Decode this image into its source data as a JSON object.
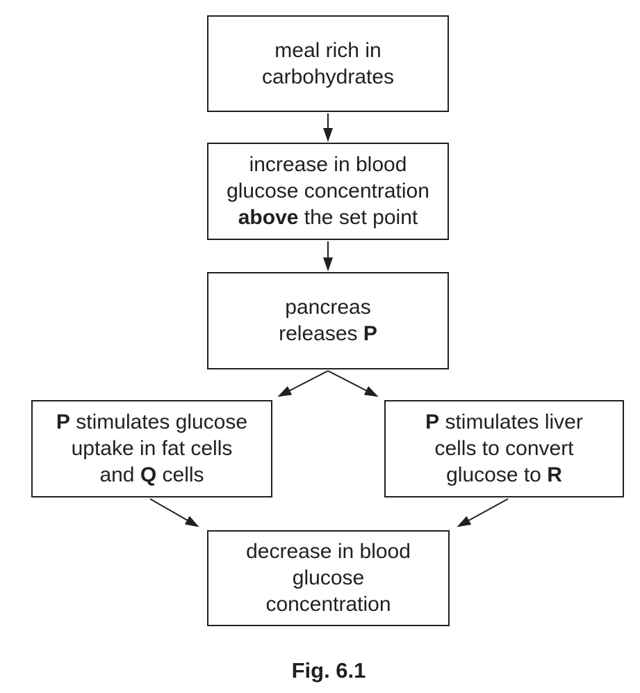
{
  "figure": {
    "caption": "Fig. 6.1",
    "type": "flowchart",
    "topic": "blood glucose regulation"
  },
  "colors": {
    "ink": "#231f20",
    "background": "#ffffff"
  },
  "boxes": [
    {
      "id": "meal",
      "text": "meal rich in carbohydrates",
      "lines": [
        [
          {
            "t": "meal rich in"
          }
        ],
        [
          {
            "t": "carbohydrates"
          }
        ]
      ]
    },
    {
      "id": "increase",
      "text": "increase in blood glucose concentration above the set point",
      "lines": [
        [
          {
            "t": "increase in blood"
          }
        ],
        [
          {
            "t": "glucose concentration"
          }
        ],
        [
          {
            "t": "above",
            "b": true
          },
          {
            "t": " the set point"
          }
        ]
      ]
    },
    {
      "id": "pancreas",
      "text": "pancreas releases P",
      "lines": [
        [
          {
            "t": "pancreas"
          }
        ],
        [
          {
            "t": "releases "
          },
          {
            "t": "P",
            "b": true
          }
        ]
      ]
    },
    {
      "id": "fat-cells",
      "text": "P stimulates glucose uptake in fat cells and Q cells",
      "lines": [
        [
          {
            "t": "P",
            "b": true
          },
          {
            "t": " stimulates glucose"
          }
        ],
        [
          {
            "t": "uptake in fat cells"
          }
        ],
        [
          {
            "t": "and "
          },
          {
            "t": "Q",
            "b": true
          },
          {
            "t": " cells"
          }
        ]
      ]
    },
    {
      "id": "liver-cells",
      "text": "P stimulates liver cells to convert glucose to R",
      "lines": [
        [
          {
            "t": "P",
            "b": true
          },
          {
            "t": " stimulates liver"
          }
        ],
        [
          {
            "t": "cells to convert"
          }
        ],
        [
          {
            "t": "glucose to "
          },
          {
            "t": "R",
            "b": true
          }
        ]
      ]
    },
    {
      "id": "decrease",
      "text": "decrease in blood glucose concentration",
      "lines": [
        [
          {
            "t": "decrease in blood"
          }
        ],
        [
          {
            "t": "glucose"
          }
        ],
        [
          {
            "t": "concentration"
          }
        ]
      ]
    }
  ],
  "connections": [
    {
      "from": "meal",
      "to": "increase"
    },
    {
      "from": "increase",
      "to": "pancreas"
    },
    {
      "from": "pancreas",
      "to": "fat-cells"
    },
    {
      "from": "pancreas",
      "to": "liver-cells"
    },
    {
      "from": "fat-cells",
      "to": "decrease"
    },
    {
      "from": "liver-cells",
      "to": "decrease"
    }
  ]
}
